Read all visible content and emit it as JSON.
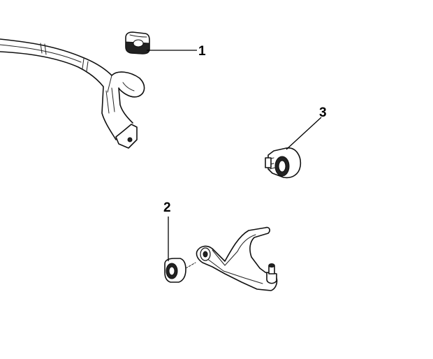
{
  "callouts": {
    "part_1": "1",
    "part_2": "2",
    "part_3": "3"
  }
}
